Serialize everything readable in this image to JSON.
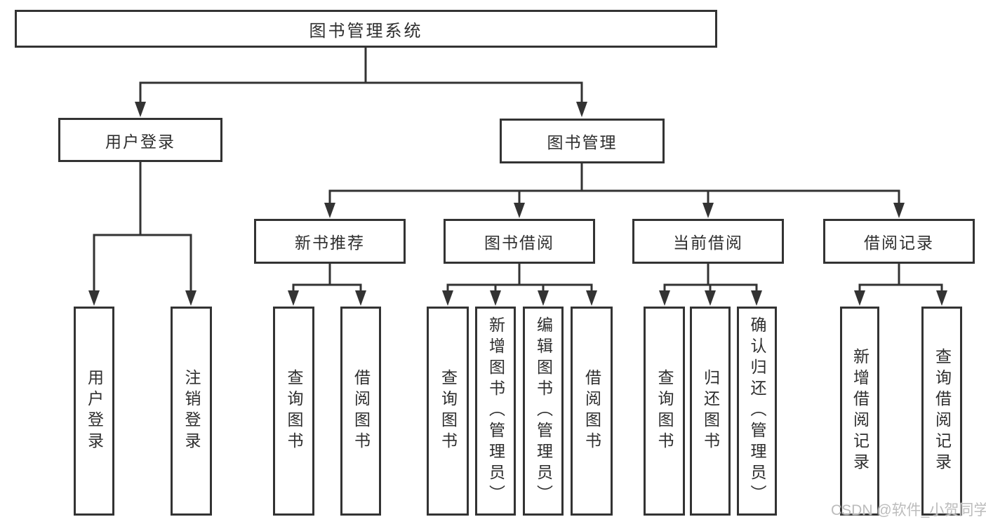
{
  "diagram": {
    "root": {
      "label": "图书管理系统"
    },
    "level2": {
      "user_login": {
        "label": "用户登录"
      },
      "book_management": {
        "label": "图书管理"
      }
    },
    "level3": {
      "new_book_recommend": {
        "label": "新书推荐"
      },
      "book_borrowing": {
        "label": "图书借阅"
      },
      "current_borrowing": {
        "label": "当前借阅"
      },
      "borrowing_records": {
        "label": "借阅记录"
      }
    },
    "level4": {
      "user_login": {
        "label": "用户登录"
      },
      "logout": {
        "label": "注销登录"
      },
      "query_books_recommend": {
        "label": "查询图书"
      },
      "borrow_books_recommend": {
        "label": "借阅图书"
      },
      "query_books_borrowing": {
        "label": "查询图书"
      },
      "add_books_admin": {
        "label": "新增图书（管理员）"
      },
      "edit_books_admin": {
        "label": "编辑图书（管理员）"
      },
      "borrow_books_borrowing": {
        "label": "借阅图书"
      },
      "query_books_current": {
        "label": "查询图书"
      },
      "return_books": {
        "label": "归还图书"
      },
      "confirm_return_admin": {
        "label": "确认归还（管理员）"
      },
      "add_borrow_record": {
        "label": "新增借阅记录"
      },
      "query_borrow_record": {
        "label": "查询借阅记录"
      }
    }
  },
  "watermark": {
    "text": "CSDN @软件_小贺同学"
  },
  "colors": {
    "line": "#333333",
    "text": "#2e2e2e",
    "box_background": "#ffffff",
    "page_background": "#ffffff",
    "watermark": "#bcbcbc"
  }
}
